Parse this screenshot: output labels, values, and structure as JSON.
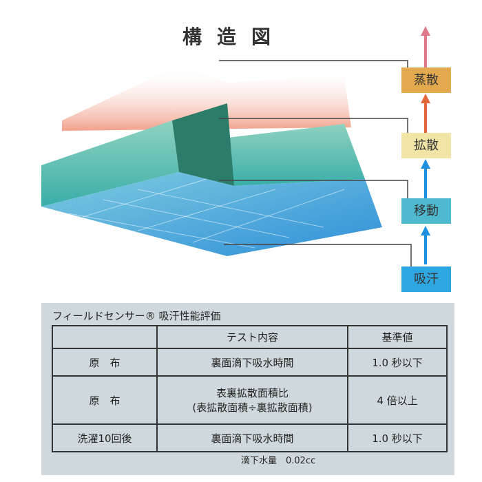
{
  "title": "構造図",
  "stages": [
    {
      "label": "蒸散",
      "color": "#e3a94f"
    },
    {
      "label": "拡散",
      "color": "#f1e4a6"
    },
    {
      "label": "移動",
      "color": "#4fb9d0"
    },
    {
      "label": "吸汗",
      "color": "#2ea6e0"
    }
  ],
  "table": {
    "heading": "フィールドセンサー® 吸汗性能評価",
    "headers": [
      "",
      "テスト内容",
      "基準値"
    ],
    "rows": [
      [
        "原　布",
        "裏面滴下吸水時間",
        "1.0 秒以下"
      ],
      [
        "原　布",
        "表裏拡散面積比",
        "4 倍以上"
      ],
      [
        "洗濯10回後",
        "裏面滴下吸水時間",
        "1.0 秒以下"
      ]
    ],
    "row2_sub": "(表拡散面積÷裏拡散面積)",
    "footnote": "滴下水量　0.02cc"
  }
}
